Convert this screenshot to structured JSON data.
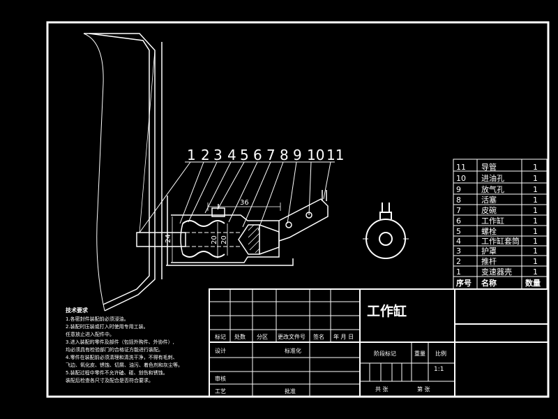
{
  "balloons": [
    "1",
    "2",
    "3",
    "4",
    "5",
    "6",
    "7",
    "8",
    "9",
    "10",
    "11"
  ],
  "dimensions": {
    "length": "36",
    "dia_outer": "24",
    "dia_mid": "20",
    "dia_inner": "20"
  },
  "parts_list": [
    {
      "no": "11",
      "name": "导管",
      "qty": "1"
    },
    {
      "no": "10",
      "name": "进油孔",
      "qty": "1"
    },
    {
      "no": "9",
      "name": "放气孔",
      "qty": "1"
    },
    {
      "no": "8",
      "name": "活塞",
      "qty": "1"
    },
    {
      "no": "7",
      "name": "皮碗",
      "qty": "1"
    },
    {
      "no": "6",
      "name": "工作缸",
      "qty": "1"
    },
    {
      "no": "5",
      "name": "螺栓",
      "qty": "1"
    },
    {
      "no": "4",
      "name": "工作缸套筒",
      "qty": "1"
    },
    {
      "no": "3",
      "name": "护罩",
      "qty": "1"
    },
    {
      "no": "2",
      "name": "推杆",
      "qty": "1"
    },
    {
      "no": "1",
      "name": "变速器壳",
      "qty": "1"
    }
  ],
  "parts_header": {
    "no": "序号",
    "name": "名称",
    "qty": "数量"
  },
  "tech_notes": {
    "title": "技术要求",
    "lines": [
      "1.各密封件装配前必须浸油。",
      "2.装配时压装或打入时使用专用工装。",
      "  任意放止进入配件中。",
      "3.进入装配的零件及部件（包括外购件、外协件）,",
      "  均必须具有检验部门的合格证方能进行装配。",
      "4.零件在装配前必须清理和清洗干净，不得有毛刺、",
      "  飞边、氧化皮、锈蚀、切屑、油污、着色剂和灰尘等。",
      "5.装配过程中零件不允许磕、碰、划伤和锈蚀。",
      "  装配后检查各尺寸及配合是否符合要求。"
    ]
  },
  "title_block": {
    "drawing_title": "工作缸",
    "rev_headers": [
      "标记",
      "处数",
      "分区",
      "更改文件号",
      "签名",
      "年 月 日"
    ],
    "design": "设计",
    "standardize": "标准化",
    "review": "审核",
    "process": "工艺",
    "approve": "批准",
    "stage_mark": "阶段标记",
    "weight": "重量",
    "scale_label": "比例",
    "scale_value": "1:1",
    "total_sheets": "共 张",
    "sheet_no": "第 张"
  }
}
